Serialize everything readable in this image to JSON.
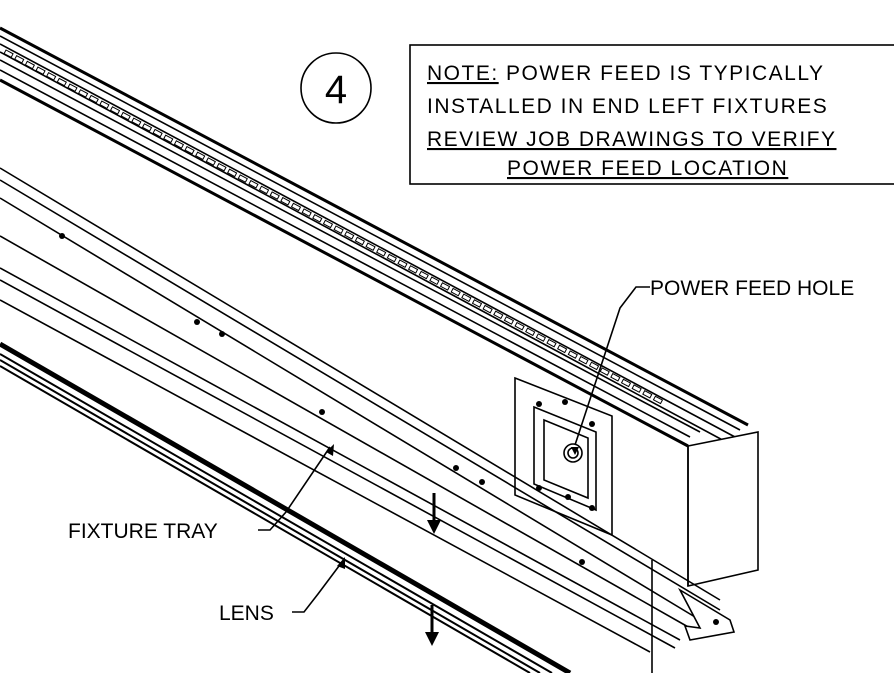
{
  "step_number": "4",
  "note": {
    "lines": [
      {
        "prefix": "NOTE:",
        "text": " POWER FEED IS TYPICALLY"
      },
      {
        "prefix": "",
        "text": "INSTALLED IN END LEFT FIXTURES"
      },
      {
        "prefix": "",
        "text": "REVIEW JOB DRAWINGS TO VERIFY"
      },
      {
        "prefix": "",
        "text": "POWER FEED LOCATION"
      }
    ]
  },
  "labels": {
    "power_feed_hole": "POWER FEED HOLE",
    "fixture_tray": "FIXTURE TRAY",
    "lens": "LENS"
  }
}
